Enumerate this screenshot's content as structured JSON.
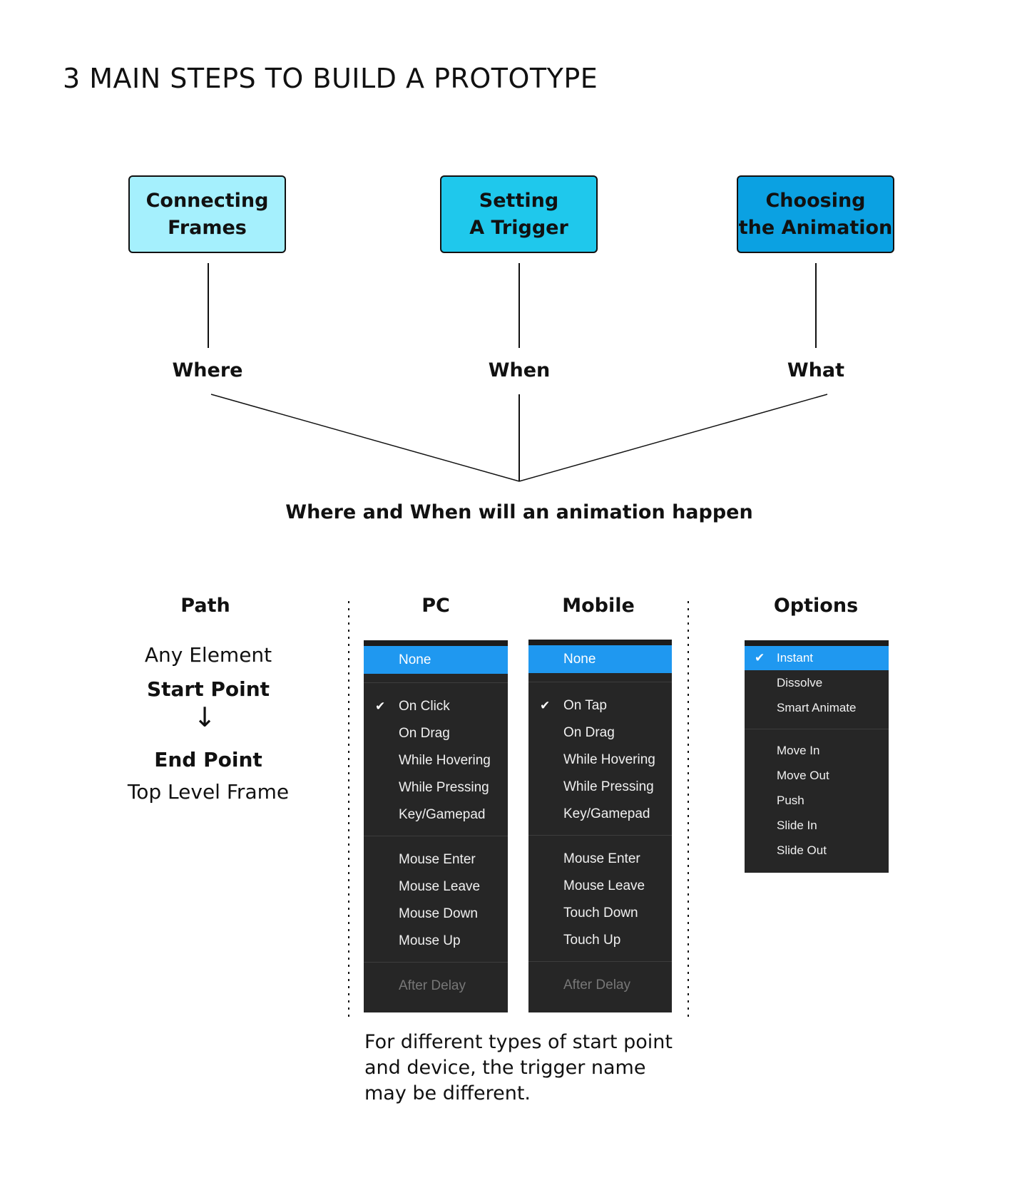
{
  "title": "3 MAIN STEPS TO BUILD A PROTOTYPE",
  "steps": [
    {
      "line1": "Connecting",
      "line2": "Frames",
      "label": "Where",
      "color": "#a5f0fd"
    },
    {
      "line1": "Setting",
      "line2": "A Trigger",
      "label": "When",
      "color": "#1fc8ec"
    },
    {
      "line1": "Choosing",
      "line2": "the Animation",
      "label": "What",
      "color": "#0ba1e2"
    }
  ],
  "summary": "Where and When will an animation happen",
  "columns": {
    "path": "Path",
    "pc": "PC",
    "mobile": "Mobile",
    "options": "Options"
  },
  "path": {
    "any_element": "Any Element",
    "start_point": "Start Point",
    "arrow": "↓",
    "end_point": "End Point",
    "top_level_frame": "Top Level Frame"
  },
  "pc_menu": {
    "selected": "None",
    "group1": [
      "On Click",
      "On Drag",
      "While Hovering",
      "While Pressing",
      "Key/Gamepad"
    ],
    "group2": [
      "Mouse Enter",
      "Mouse Leave",
      "Mouse Down",
      "Mouse Up"
    ],
    "disabled": "After Delay"
  },
  "mobile_menu": {
    "selected": "None",
    "group1": [
      "On Tap",
      "On Drag",
      "While Hovering",
      "While Pressing",
      "Key/Gamepad"
    ],
    "group2": [
      "Mouse Enter",
      "Mouse Leave",
      "Touch Down",
      "Touch Up"
    ],
    "disabled": "After Delay"
  },
  "options_menu": {
    "group1": [
      "Instant",
      "Dissolve",
      "Smart Animate"
    ],
    "group2": [
      "Move In",
      "Move Out",
      "Push",
      "Slide In",
      "Slide Out"
    ]
  },
  "note": "For different types of start point and device, the trigger name may be different.",
  "icons": {
    "check": "check-icon",
    "arrow": "down-arrow-icon"
  },
  "colors": {
    "menu_bg": "#262626",
    "menu_highlight": "#1f98f0"
  }
}
